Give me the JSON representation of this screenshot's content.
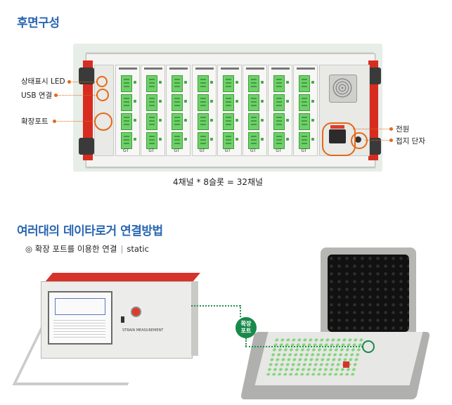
{
  "section_rear": {
    "title": "후면구성",
    "labels": {
      "status_led": "상태표시 LED",
      "usb": "USB 연결",
      "expansion_port": "확장포트",
      "power": "전원",
      "ground": "접지 단자"
    },
    "caption": "4채널 * 8슬롯 = 32채널",
    "slot_count": 8,
    "module_brand": "GT"
  },
  "section_connect": {
    "title": "여러대의 데이타로거 연결방법",
    "subtitle_main": "◎ 확장 포트를 이용한 연결",
    "subtitle_mode": "static",
    "bubble_line1": "확장",
    "bubble_line2": "포트",
    "device_name": "STRAIN MEASUREMENT"
  },
  "colors": {
    "heading": "#2a67b1",
    "accent_orange": "#e36a1b",
    "connector_green": "#188a49",
    "terminal_green": "#6fcf6a",
    "chassis_red": "#d92c20"
  }
}
